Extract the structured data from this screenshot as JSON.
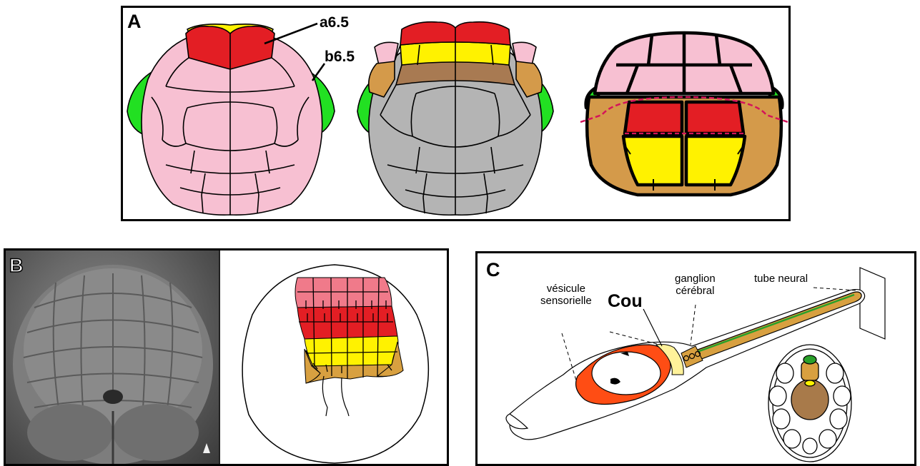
{
  "panel_a": {
    "letter": "A",
    "label_a65": "a6.5",
    "label_b65": "b6.5"
  },
  "panel_b": {
    "letter": "B"
  },
  "panel_c": {
    "letter": "C",
    "label_vesicule_line1": "vésicule",
    "label_vesicule_line2": "sensorielle",
    "label_cou": "Cou",
    "label_ganglion_line1": "ganglion",
    "label_ganglion_line2": "cérébral",
    "label_tube": "tube neural"
  },
  "colors": {
    "pink": "#f7c0d2",
    "red": "#e31e24",
    "yellow": "#fff200",
    "green": "#22e022",
    "brown_light": "#d49a4a",
    "brown_dark": "#a87a52",
    "gray": "#b4b4b4",
    "salmon": "#f07a8a",
    "orange": "#ff7f00",
    "tan": "#d8a040",
    "notochord_brown": "#a87a4a"
  }
}
